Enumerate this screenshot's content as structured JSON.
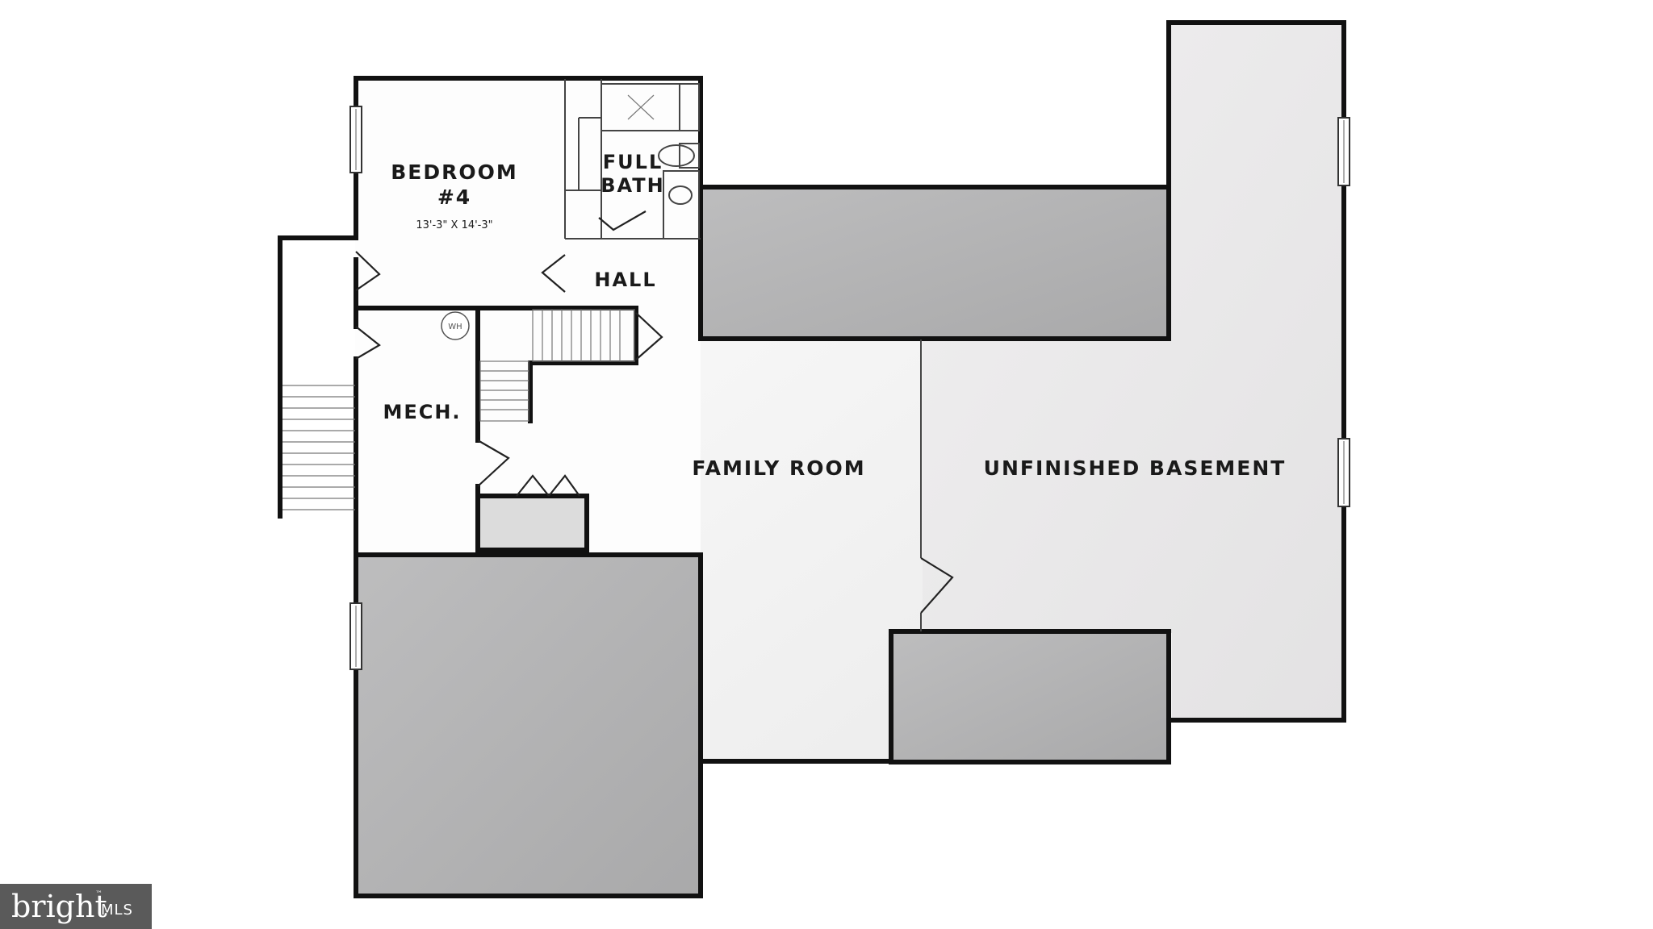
{
  "rooms": {
    "bedroom_line1": "BEDROOM",
    "bedroom_line2": "#4",
    "bedroom_dims": "13'-3\" X 14'-3\"",
    "bath_line1": "FULL",
    "bath_line2": "BATH",
    "hall": "HALL",
    "mech": "MECH.",
    "water_heater": "WH",
    "family_room": "FAMILY ROOM",
    "unfinished_basement": "UNFINISHED BASEMENT"
  },
  "watermark": {
    "name": "bright",
    "suffix": "MLS",
    "mark": "™"
  },
  "colors": {
    "wall": "#111111",
    "excluded_area": "#b3b3b4",
    "floor": "#f5f5f5",
    "basement_floor": "#e9e8e9",
    "watermark_bg": "#5a5a5a"
  }
}
